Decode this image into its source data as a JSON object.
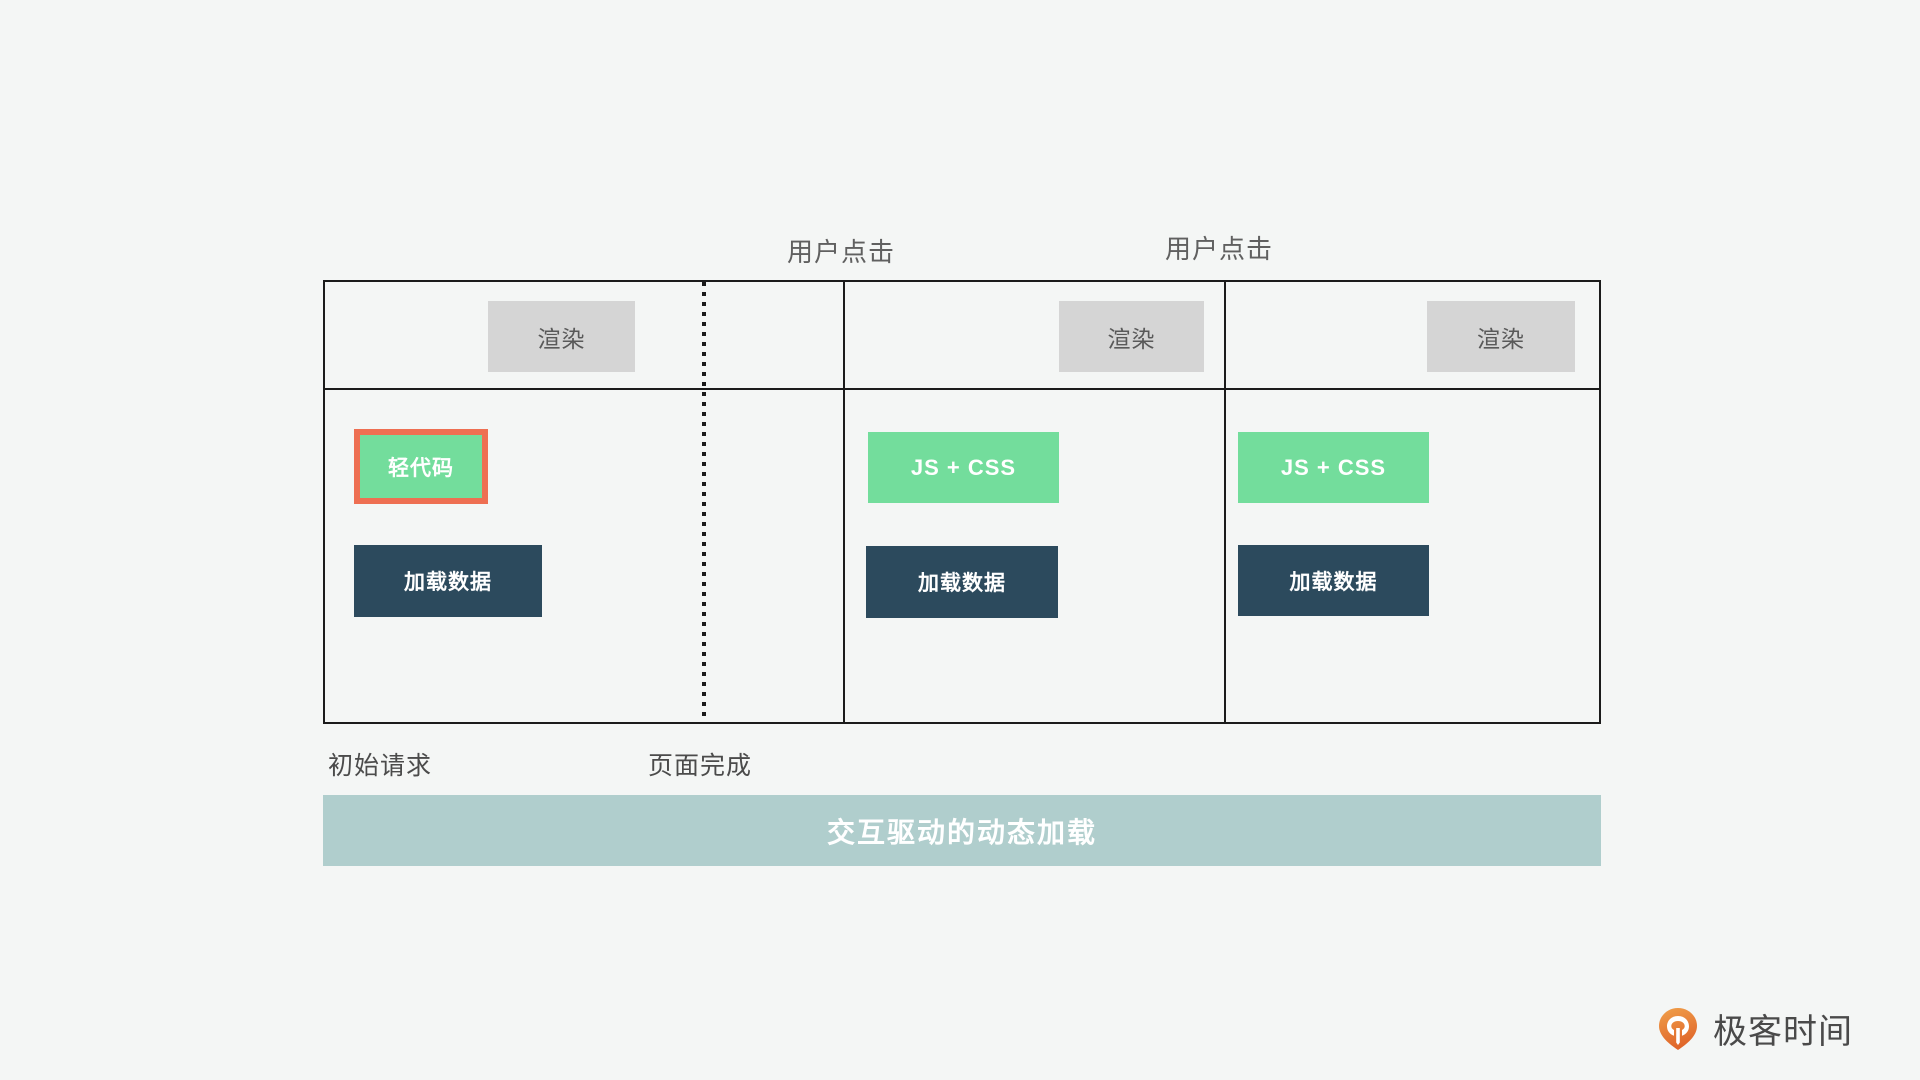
{
  "diagram": {
    "background_color": "#f4f6f5",
    "annotations": {
      "click_1": "用户点击",
      "click_2": "用户点击"
    },
    "axis": {
      "start_label": "初始请求",
      "done_label": "页面完成"
    },
    "phases": [
      {
        "render_label": "渲染",
        "blocks": [
          {
            "label": "轻代码",
            "style": "green-highlight",
            "color": "#73dd9c",
            "border_color": "#ee6f52"
          },
          {
            "label": "加载数据",
            "style": "dark",
            "color": "#2c4a5d"
          }
        ]
      },
      {
        "render_label": "渲染",
        "blocks": [
          {
            "label": "JS + CSS",
            "style": "green",
            "color": "#73dd9c"
          },
          {
            "label": "加载数据",
            "style": "dark",
            "color": "#2c4a5d"
          }
        ]
      },
      {
        "render_label": "渲染",
        "blocks": [
          {
            "label": "JS + CSS",
            "style": "green",
            "color": "#73dd9c"
          },
          {
            "label": "加载数据",
            "style": "dark",
            "color": "#2c4a5d"
          }
        ]
      }
    ],
    "summary_banner": {
      "text": "交互驱动的动态加载",
      "background_color": "#b0cecd",
      "text_color": "#ffffff"
    }
  },
  "watermark": {
    "brand_name": "极客时间",
    "mark_color": "#e8803a"
  }
}
